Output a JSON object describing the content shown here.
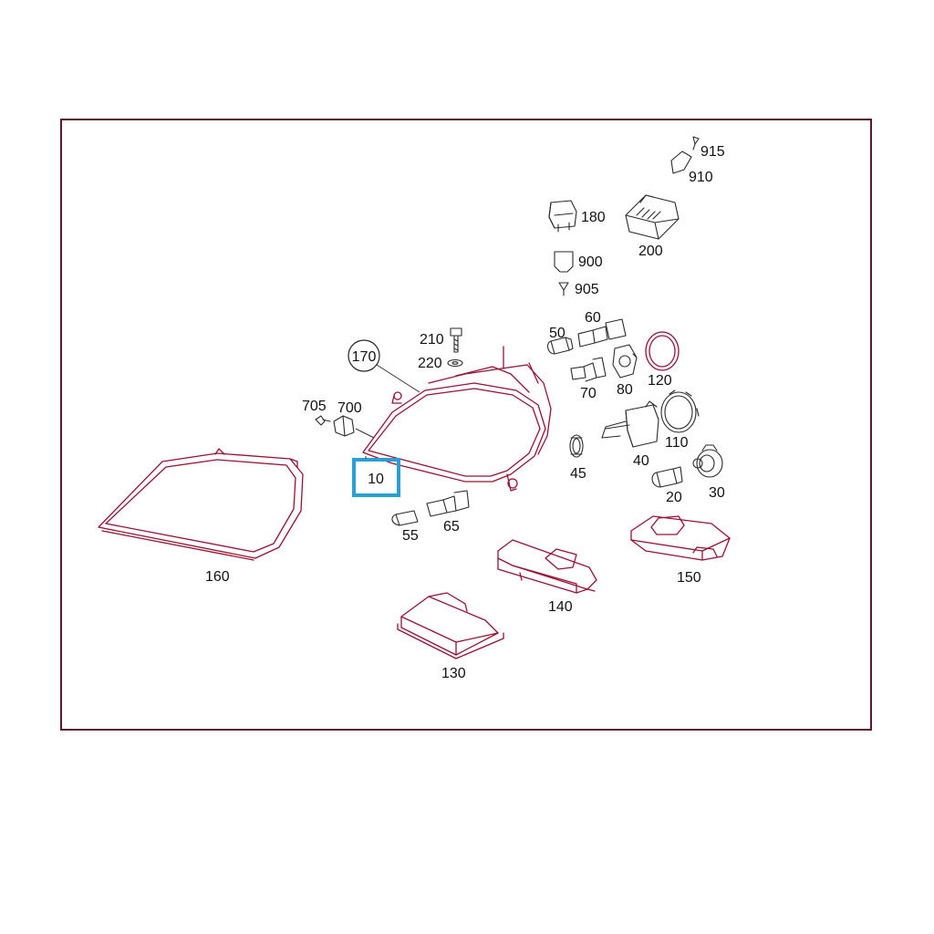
{
  "diagram": {
    "selected_part": "10",
    "parts": {
      "p10": "10",
      "p20": "20",
      "p30": "30",
      "p40": "40",
      "p45": "45",
      "p50": "50",
      "p55": "55",
      "p60": "60",
      "p65": "65",
      "p70": "70",
      "p80": "80",
      "p110": "110",
      "p120": "120",
      "p130": "130",
      "p140": "140",
      "p150": "150",
      "p160": "160",
      "p170": "170",
      "p180": "180",
      "p200": "200",
      "p210": "210",
      "p220": "220",
      "p700": "700",
      "p705": "705",
      "p900": "900",
      "p905": "905",
      "p910": "910",
      "p915": "915"
    },
    "colors": {
      "line": "#9b1030",
      "frame": "#5a1a2a",
      "highlight": "#2a9fd6"
    }
  }
}
